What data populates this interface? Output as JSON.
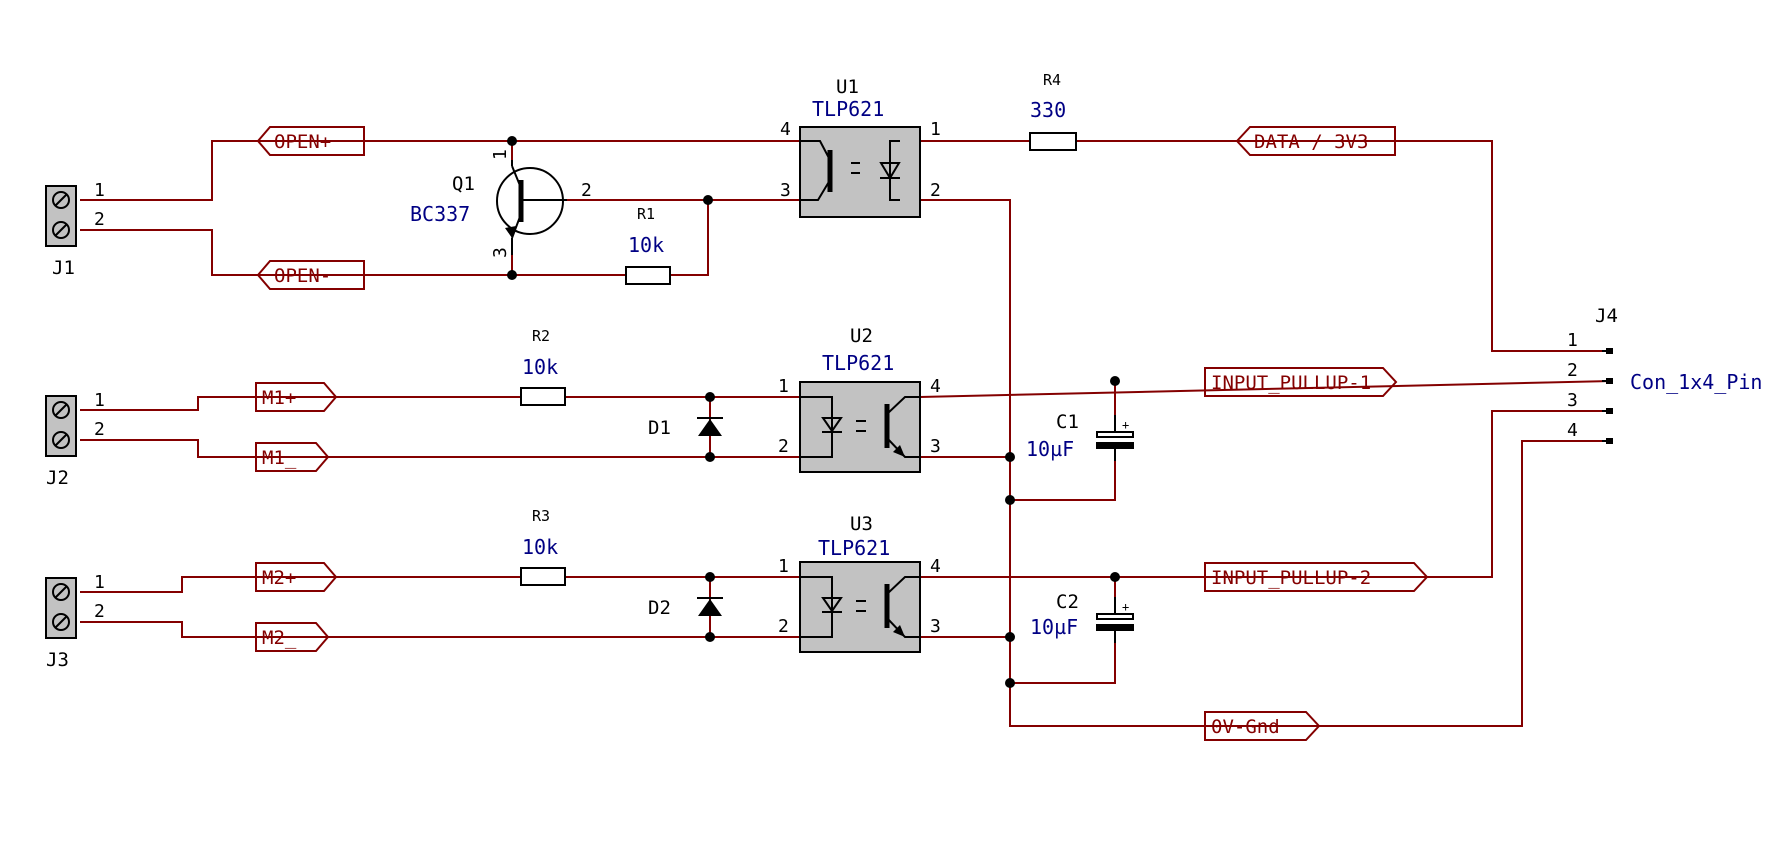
{
  "labels": {
    "open_plus": "OPEN+",
    "open_minus": "OPEN-",
    "data_3v3": "DATA / 3V3",
    "m1_plus": "M1+",
    "m1_minus": "M1_",
    "m2_plus": "M2+",
    "m2_minus": "M2_",
    "input_pullup_1": "INPUT_PULLUP-1",
    "input_pullup_2": "INPUT_PULLUP-2",
    "gnd": "0V-Gnd"
  },
  "components": {
    "J1": {
      "ref": "J1",
      "pin1": "1",
      "pin2": "2"
    },
    "J2": {
      "ref": "J2",
      "pin1": "1",
      "pin2": "2"
    },
    "J3": {
      "ref": "J3",
      "pin1": "1",
      "pin2": "2"
    },
    "J4": {
      "ref": "J4",
      "value": "Con_1x4_Pin",
      "pins": [
        "1",
        "2",
        "3",
        "4"
      ]
    },
    "Q1": {
      "ref": "Q1",
      "value": "BC337",
      "pin1": "1",
      "pin2": "2",
      "pin3": "3"
    },
    "U1": {
      "ref": "U1",
      "value": "TLP621",
      "pins": [
        "4",
        "3",
        "1",
        "2"
      ]
    },
    "U2": {
      "ref": "U2",
      "value": "TLP621",
      "pins": [
        "1",
        "2",
        "4",
        "3"
      ]
    },
    "U3": {
      "ref": "U3",
      "value": "TLP621",
      "pins": [
        "1",
        "2",
        "4",
        "3"
      ]
    },
    "R1": {
      "ref": "R1",
      "value": "10k"
    },
    "R2": {
      "ref": "R2",
      "value": "10k"
    },
    "R3": {
      "ref": "R3",
      "value": "10k"
    },
    "R4": {
      "ref": "R4",
      "value": "330"
    },
    "D1": {
      "ref": "D1"
    },
    "D2": {
      "ref": "D2"
    },
    "C1": {
      "ref": "C1",
      "value": "10µF",
      "plus": "+"
    },
    "C2": {
      "ref": "C2",
      "value": "10µF",
      "plus": "+"
    }
  },
  "colors": {
    "wire": "#840000",
    "value": "#000084",
    "body": "#c2c2c2"
  }
}
